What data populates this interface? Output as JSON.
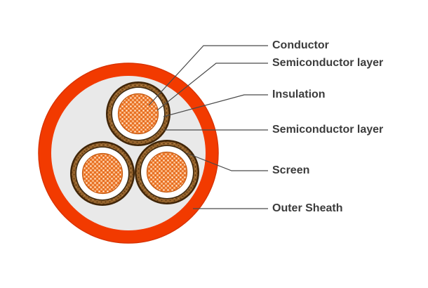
{
  "diagram": {
    "title": "cable-cross-section",
    "labels": [
      {
        "text": "Conductor"
      },
      {
        "text": "Semiconductor layer"
      },
      {
        "text": "Insulation"
      },
      {
        "text": "Semiconductor layer"
      },
      {
        "text": "Screen"
      },
      {
        "text": "Outer Sheath"
      }
    ],
    "colors": {
      "outer_sheath": "#f23a00",
      "outer_sheath_edge": "#d93300",
      "filler": "#e9e9e9",
      "screen_base": "#96642d",
      "screen_dot": "#5f3b14",
      "screen_outline": "#402508",
      "insulation": "#ffffff",
      "conductor_base": "#f28a3e",
      "conductor_dot": "#d9540e",
      "conductor_edge": "#c2570f",
      "leader_line": "#4a4a4a",
      "label_text": "#3c3c3c"
    }
  }
}
